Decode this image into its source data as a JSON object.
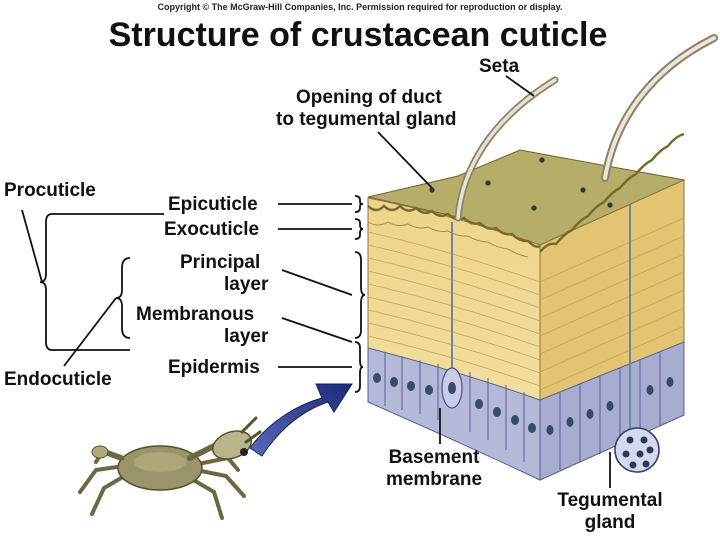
{
  "copyright": "Copyright © The McGraw-Hill Companies, Inc. Permission required for reproduction or display.",
  "title": "Structure of crustacean cuticle",
  "labels": {
    "seta": "Seta",
    "duct_line1": "Opening of duct",
    "duct_line2": "to tegumental gland",
    "procuticle": "Procuticle",
    "epicuticle": "Epicuticle",
    "exocuticle": "Exocuticle",
    "principal_line1": "Principal",
    "principal_line2": "layer",
    "membranous_line1": "Membranous",
    "membranous_line2": "layer",
    "epidermis": "Epidermis",
    "endocuticle": "Endocuticle",
    "basement_line1": "Basement",
    "basement_line2": "membrane",
    "tegumental_line1": "Tegumental",
    "tegumental_line2": "gland"
  },
  "colors": {
    "top_surface": "#b5ad68",
    "epicuticle": "#8c7d3a",
    "front_face": "#f0dc96",
    "side_face": "#e6c878",
    "epidermis": "#b4b9d8",
    "nucleus": "#3a4a6a",
    "crab": "#8e8a5e",
    "arrow": "#2a3a8a"
  }
}
